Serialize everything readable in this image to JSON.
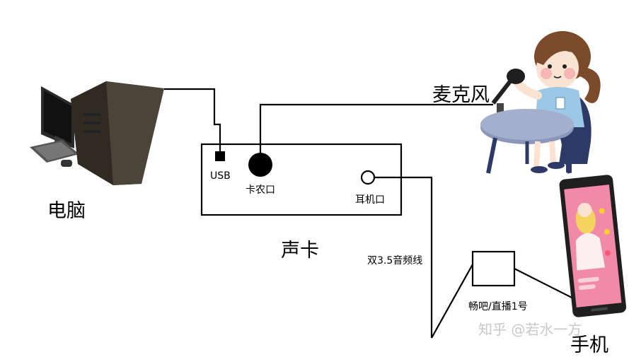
{
  "labels": {
    "computer": "电脑",
    "sound_card": "声卡",
    "microphone": "麦克风",
    "phone": "手机",
    "usb_port": "USB",
    "mic_port": "卡农口",
    "headphone_port": "耳机口",
    "cable": "双3.5音频线",
    "adapter": "畅吧/直播1号"
  },
  "watermark": "知乎 @若水一方",
  "colors": {
    "line": "#000000",
    "pc_case": "#4a4538",
    "phone_screen": "#f08aa8",
    "table_top": "#8c96b8",
    "chair": "#2e3a66",
    "hair": "#7a4a2a",
    "shirt": "#9cc8e8"
  }
}
